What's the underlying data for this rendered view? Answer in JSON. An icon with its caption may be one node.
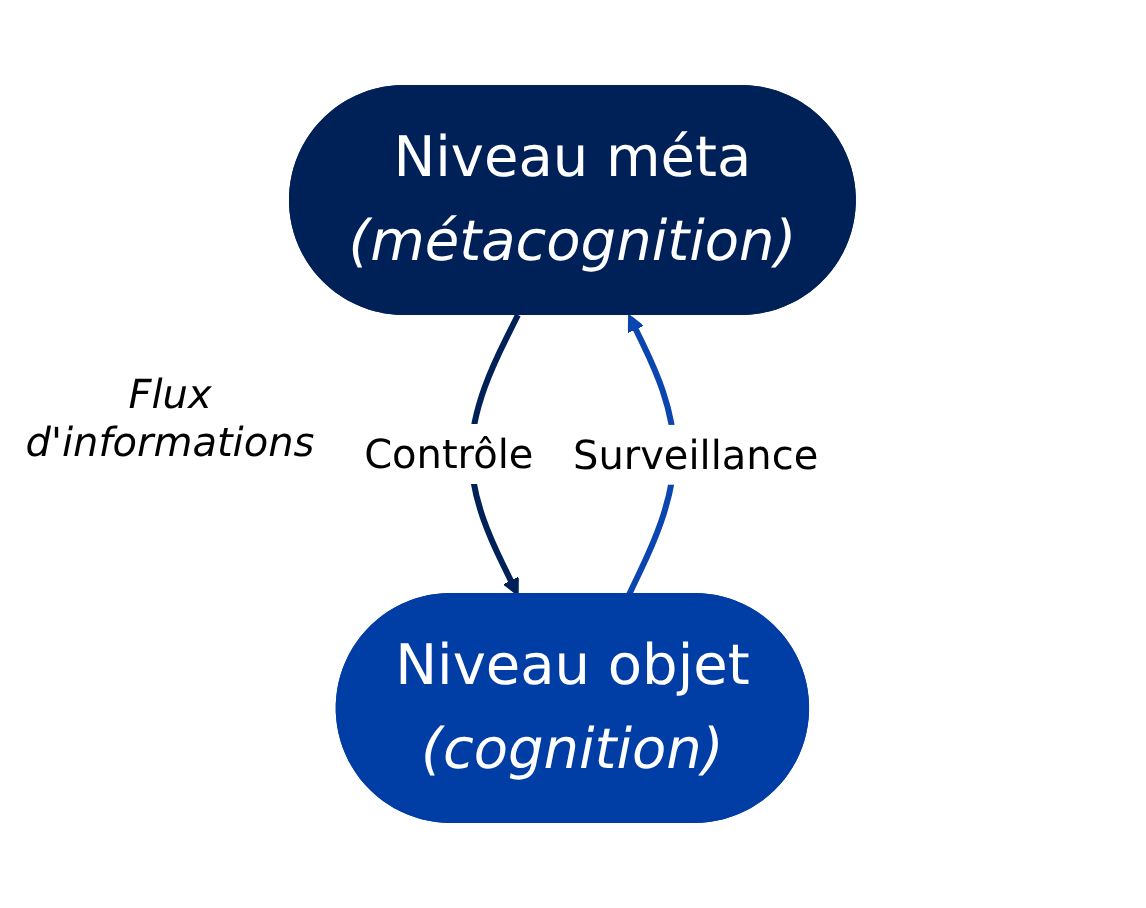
{
  "diagram": {
    "nodes": [
      {
        "text": [
          "Niveau méta",
          "(métacognition)"
        ]
      },
      {
        "text": [
          "Niveau objet",
          "(cognition)"
        ]
      }
    ],
    "edges": [
      {
        "from": 0,
        "to": 1,
        "arrow": "to",
        "label": "Contrôle",
        "color": "#002157"
      },
      {
        "from": 1,
        "to": 0,
        "arrow": "to",
        "label": "Surveillance",
        "color": "#0a45b0"
      }
    ],
    "labels": [
      "Flux d'informations"
    ]
  }
}
